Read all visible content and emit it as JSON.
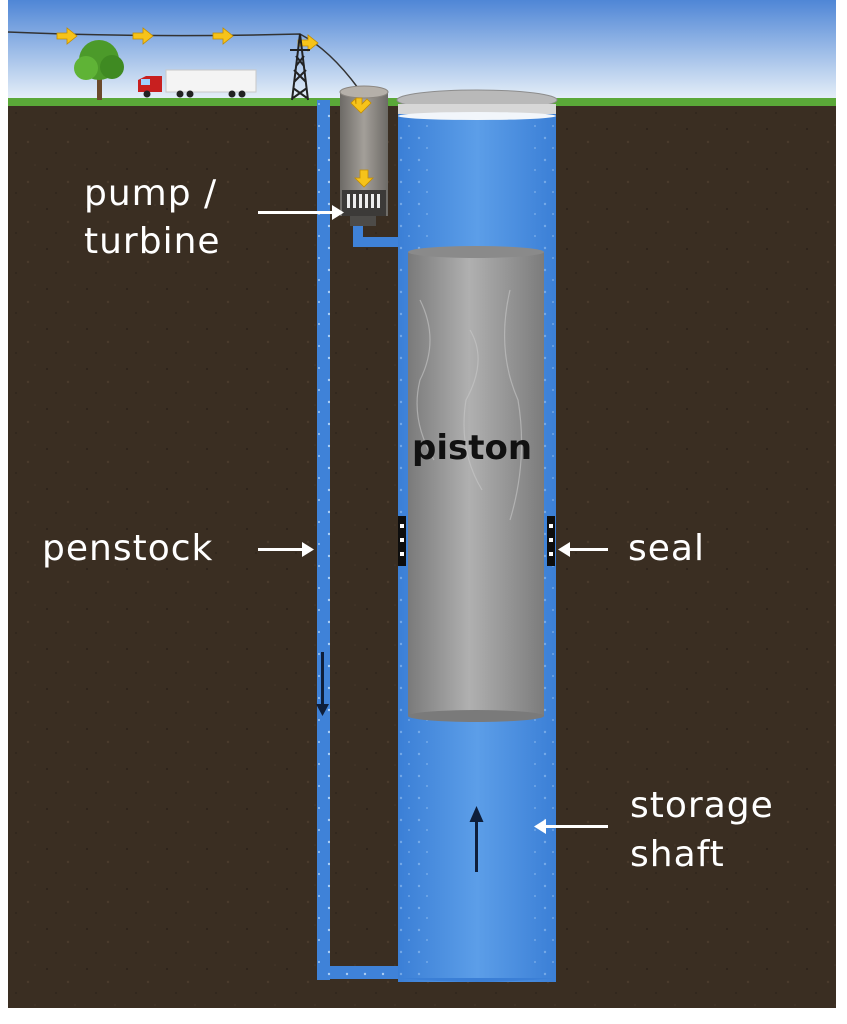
{
  "labels": {
    "pump_turbine": "pump /",
    "pump_turbine_2": "turbine",
    "piston": "piston",
    "penstock": "penstock",
    "seal": "seal",
    "storage_shaft": "storage",
    "storage_shaft_2": "shaft"
  },
  "colors": {
    "sky_top": "#5b8fd8",
    "sky_bottom": "#e9f1f8",
    "grass": "#5aa838",
    "soil": "#3a2e22",
    "water": "#4a8fe0",
    "water_light": "#7fb4ef",
    "piston": "#9a9a9a",
    "arrow_yellow": "#f6c31a"
  },
  "icons": [
    "tree-icon",
    "truck-icon",
    "power-tower-icon",
    "flow-arrow-icon"
  ]
}
